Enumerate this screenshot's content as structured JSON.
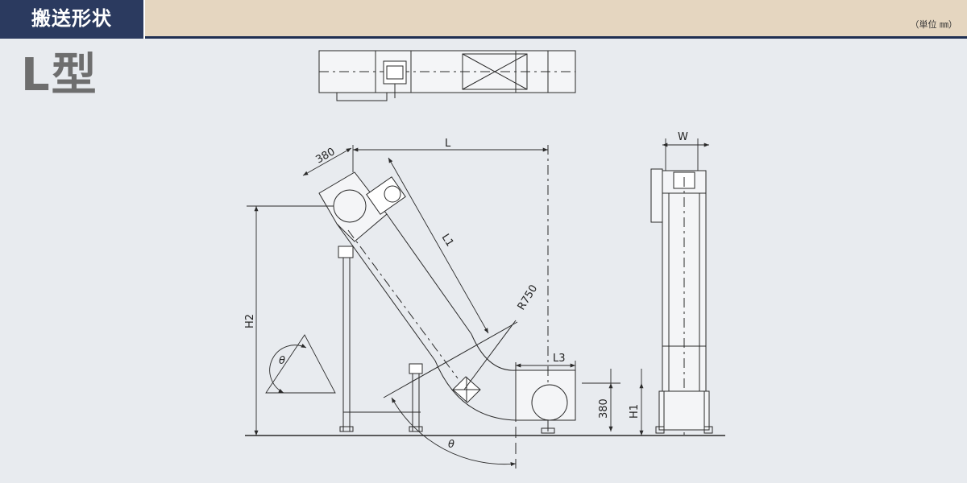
{
  "header": {
    "title": "搬送形状",
    "unit": "（単位 ㎜）"
  },
  "type_label": "L型",
  "dimensions": {
    "L": "L",
    "L1": "L1",
    "L3": "L3",
    "H1": "H1",
    "H2": "H2",
    "W": "W",
    "radius": "R750",
    "width_380_top": "380",
    "width_380_side": "380",
    "angle_1": "θ",
    "angle_2": "θ"
  },
  "colors": {
    "header_dark": "#2b3a5f",
    "header_band": "#e5d6c0",
    "background": "#e8ebef",
    "line": "#2a2a2a"
  }
}
